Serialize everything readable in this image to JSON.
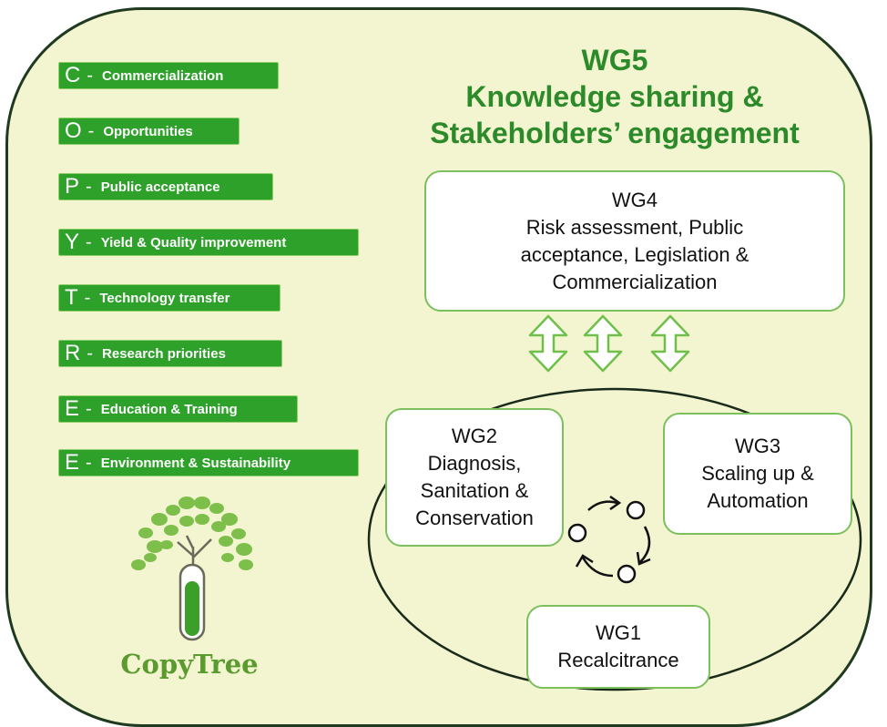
{
  "acronym": [
    {
      "letter": "C",
      "dash": "-",
      "word": "Commercialization"
    },
    {
      "letter": "O",
      "dash": "-",
      "word": "Opportunities"
    },
    {
      "letter": "P",
      "dash": "-",
      "word": "Public acceptance"
    },
    {
      "letter": "Y",
      "dash": "-",
      "word": "Yield & Quality improvement"
    },
    {
      "letter": "T",
      "dash": "-",
      "word": "Technology transfer"
    },
    {
      "letter": "R",
      "dash": "-",
      "word": "Research priorities"
    },
    {
      "letter": "E",
      "dash": "-",
      "word": "Education & Training"
    },
    {
      "letter": "E",
      "dash": "-",
      "word": "Environment & Sustainability"
    }
  ],
  "wg5": {
    "line1": "WG5",
    "line2": "Knowledge sharing &",
    "line3": "Stakeholders’ engagement"
  },
  "wg4": {
    "title": "WG4",
    "lines": [
      "Risk assessment, Public",
      "acceptance, Legislation &",
      "Commercialization"
    ]
  },
  "wg2": {
    "title": "WG2",
    "lines": [
      "Diagnosis,",
      "Sanitation &",
      "Conservation"
    ]
  },
  "wg3": {
    "title": "WG3",
    "lines": [
      "Scaling up &",
      "Automation"
    ]
  },
  "wg1": {
    "title": "WG1",
    "lines": [
      "Recalcitrance"
    ]
  },
  "logo": {
    "text": "CopyTree"
  },
  "colors": {
    "panel_bg": "#f2f5cf",
    "green": "#2ea12a",
    "title_green": "#2d8a2a",
    "box_border": "#7bc05c"
  }
}
